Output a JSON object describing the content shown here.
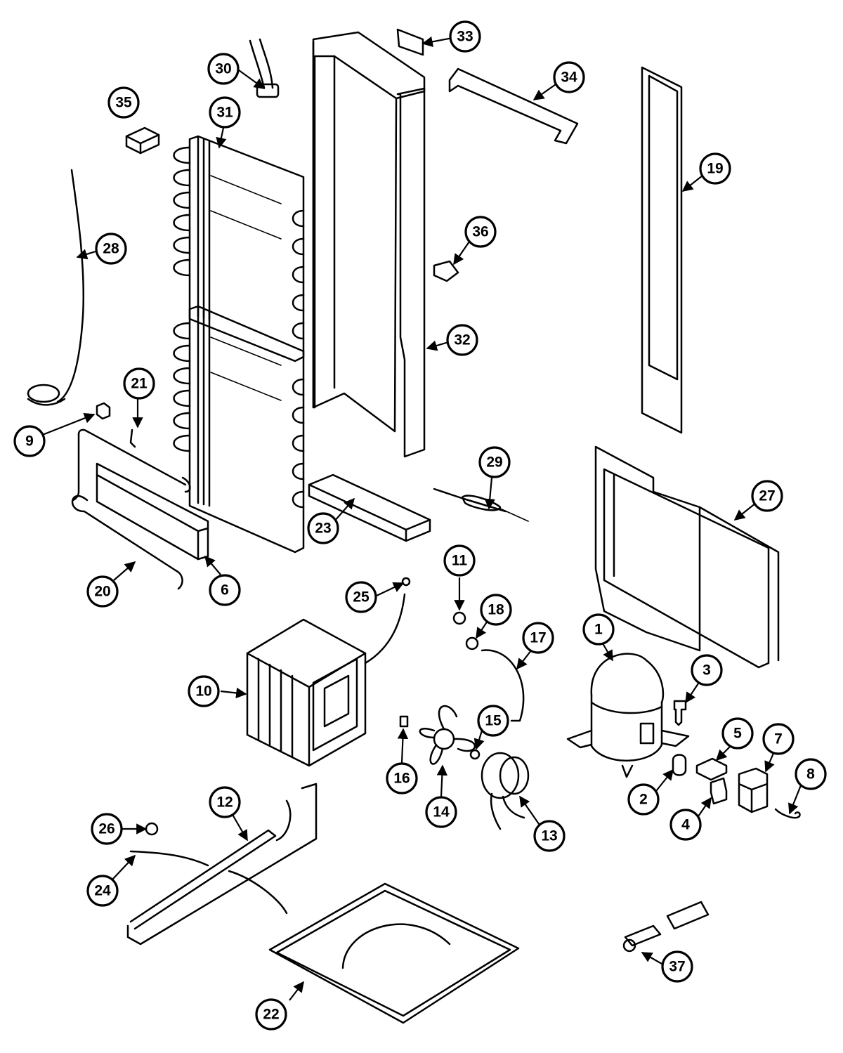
{
  "callouts": [
    "1",
    "2",
    "3",
    "4",
    "5",
    "6",
    "7",
    "8",
    "9",
    "10",
    "11",
    "12",
    "13",
    "14",
    "15",
    "16",
    "17",
    "18",
    "19",
    "20",
    "21",
    "22",
    "23",
    "24",
    "25",
    "26",
    "27",
    "28",
    "29",
    "30",
    "31",
    "32",
    "33",
    "34",
    "35",
    "36",
    "37"
  ]
}
